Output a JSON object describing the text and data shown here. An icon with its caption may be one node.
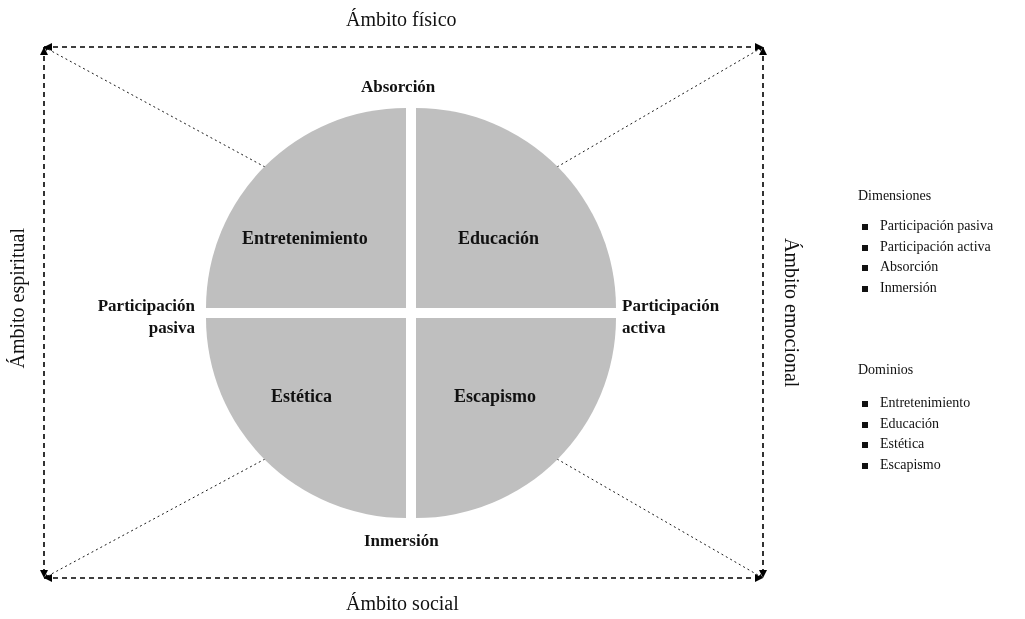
{
  "diagram": {
    "nodes": [
      {
        "text": [
          "Entretenimiento"
        ]
      },
      {
        "text": [
          "Educación"
        ]
      },
      {
        "text": [
          "Estética"
        ]
      },
      {
        "text": [
          "Escapismo"
        ]
      }
    ],
    "edges": [
      {
        "from": 0,
        "to": null,
        "arrow": "to",
        "style": "dashed"
      },
      {
        "from": 1,
        "to": null,
        "arrow": "to",
        "style": "dashed"
      },
      {
        "from": 2,
        "to": null,
        "arrow": "to",
        "style": "dashed"
      },
      {
        "from": 3,
        "to": null,
        "arrow": "to",
        "style": "dashed"
      }
    ],
    "labels": [
      "Ámbito físico",
      "Absorción",
      "Ámbito espiritual",
      "Participación pasiva",
      "Participación activa",
      "Ámbito emocional",
      "Inmersión",
      "Ámbito social",
      "Dimensiones",
      "Dominios"
    ],
    "legend": [
      {
        "text": "Participación pasiva"
      },
      {
        "text": "Participación activa"
      },
      {
        "text": "Absorción"
      },
      {
        "text": "Inmersión"
      },
      {
        "text": "Entretenimiento"
      },
      {
        "text": "Educación"
      },
      {
        "text": "Estética"
      },
      {
        "text": "Escapismo"
      }
    ]
  }
}
